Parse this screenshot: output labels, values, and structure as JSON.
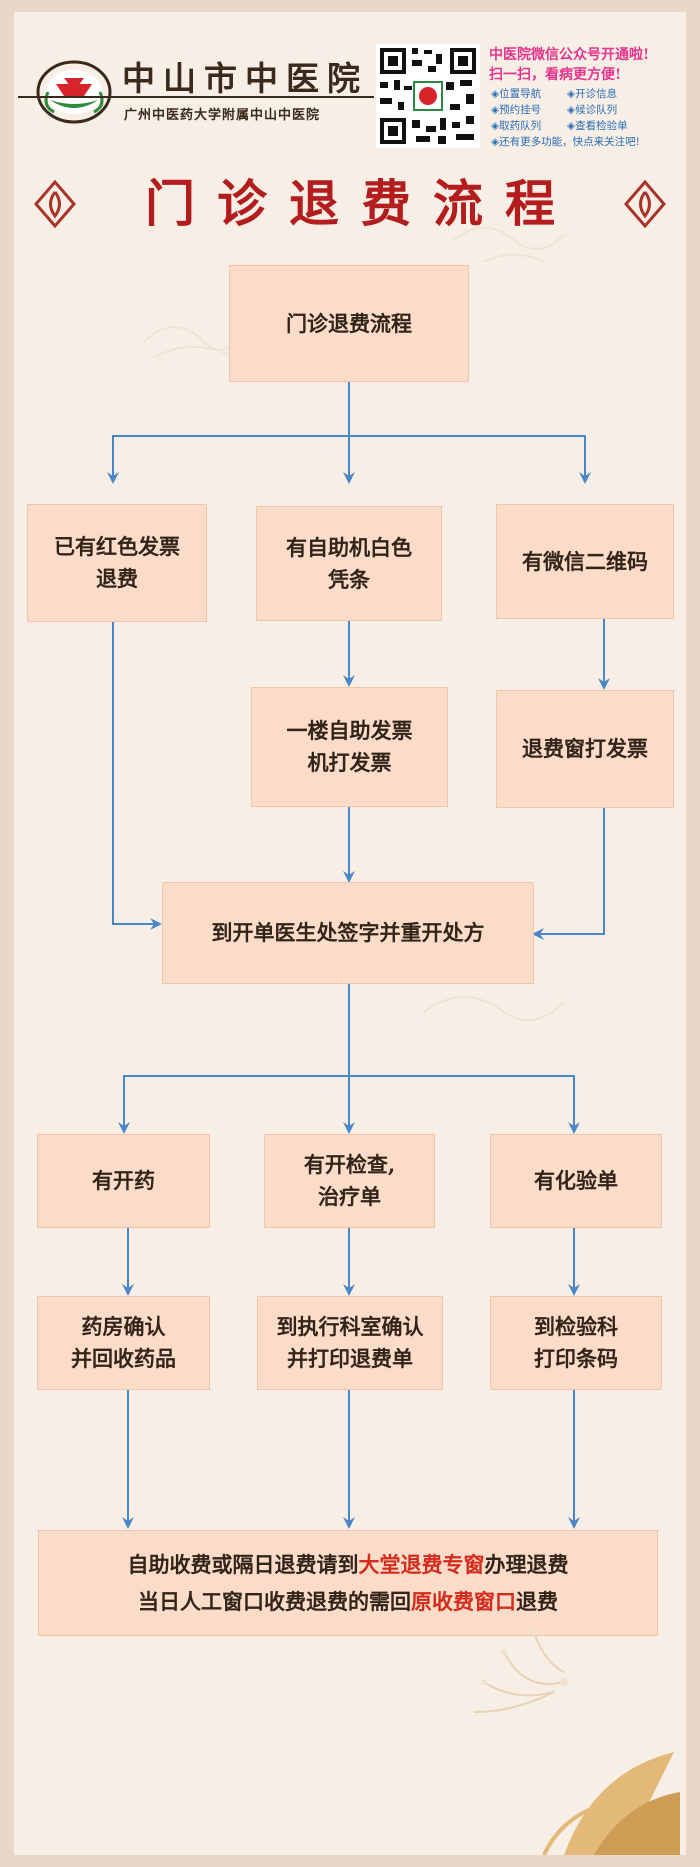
{
  "header": {
    "hospital_name": "中山市中医院",
    "hospital_subtitle": "广州中医药大学附属中山中医院",
    "wechat_title_line1": "中医院微信公众号开通啦!",
    "wechat_title_line2": "扫一扫，看病更方便!",
    "wechat_features": [
      "◈位置导航",
      "◈开诊信息",
      "◈预约挂号",
      "◈候诊队列",
      "◈取药队列",
      "◈查看检验单",
      "◈还有更多功能，快点来关注吧!"
    ]
  },
  "title": "门诊退费流程",
  "flow": {
    "start": "门诊退费流程",
    "branch_red_invoice": "已有红色发票\n退费",
    "branch_kiosk_receipt": "有自助机白色\n凭条",
    "branch_wechat_qr": "有微信二维码",
    "kiosk_print": "一楼自助发票\n机打发票",
    "refund_window_print": "退费窗打发票",
    "doctor_sign": "到开单医生处签字并重开处方",
    "has_medicine": "有开药",
    "has_exam": "有开检查,\n治疗单",
    "has_lab": "有化验单",
    "pharmacy_confirm": "药房确认\n并回收药品",
    "dept_confirm": "到执行科室确认\n并打印退费单",
    "lab_print": "到检验科\n打印条码",
    "final_line1_pre": "自助收费或隔日退费请到",
    "final_line1_hl": "大堂退费专窗",
    "final_line1_post": "办理退费",
    "final_line2_pre": "当日人工窗口收费退费的需回",
    "final_line2_hl": "原收费窗口",
    "final_line2_post": "退费"
  },
  "colors": {
    "title_red": "#b31d1d",
    "box_fill": "#fadcc8",
    "arrow_blue": "#4a86c8",
    "highlight_red": "#d42b1e",
    "wechat_pink": "#e6358c",
    "feature_blue": "#2b6db5"
  }
}
